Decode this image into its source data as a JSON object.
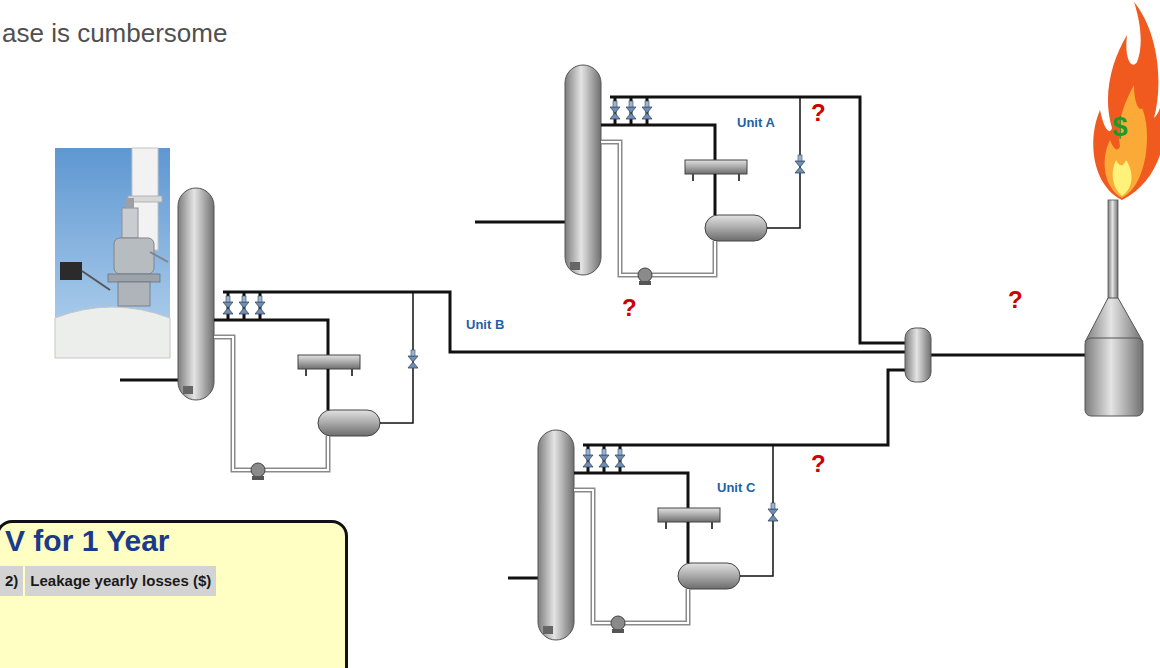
{
  "diagram": {
    "nodes": [
      {
        "text": [
          "$"
        ]
      },
      {
        "text": [
          "V for 1 Year"
        ]
      }
    ],
    "labels": [
      "ase is cumbersome",
      "?",
      "Unit A",
      "?",
      "?",
      "Unit B",
      "?",
      "Unit C",
      "2)",
      "Leakage yearly losses ($)"
    ]
  }
}
